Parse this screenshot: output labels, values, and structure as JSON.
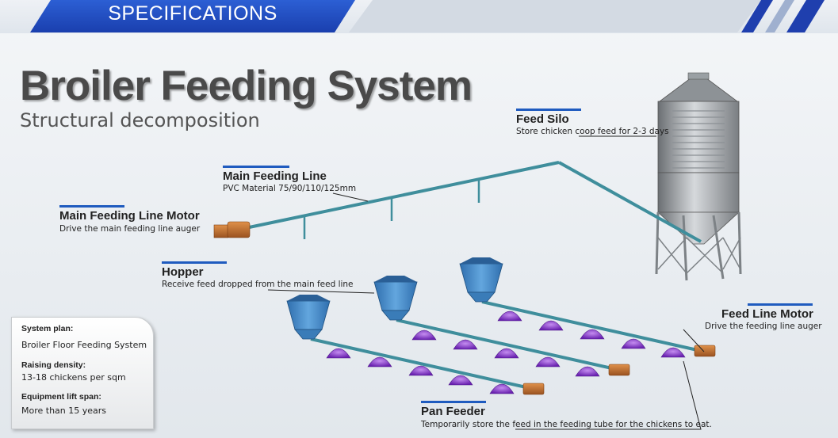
{
  "header": {
    "banner": "SPECIFICATIONS"
  },
  "title": "Broiler Feeding System",
  "subtitle": "Structural decomposition",
  "labels": {
    "feed_silo": {
      "title": "Feed Silo",
      "desc": "Store chicken coop feed for 2-3 days"
    },
    "main_line": {
      "title": "Main Feeding Line",
      "desc": "PVC Material 75/90/110/125mm"
    },
    "main_motor": {
      "title": "Main Feeding Line Motor",
      "desc": "Drive the main feeding line auger"
    },
    "hopper": {
      "title": "Hopper",
      "desc": "Receive feed dropped from the main feed line"
    },
    "line_motor": {
      "title": "Feed Line Motor",
      "desc": "Drive the feeding line auger"
    },
    "pan_feeder": {
      "title": "Pan Feeder",
      "desc": "Temporarily store the feed in the feeding tube for the chickens to eat."
    }
  },
  "system_plan": {
    "plan_label": "System plan:",
    "plan_value": "Broiler Floor Feeding System",
    "density_label": "Raising density:",
    "density_value": "13-18 chickens per sqm",
    "lift_label": "Equipment lift span:",
    "lift_value": "More than 15 years"
  },
  "colors": {
    "banner": "#1a3fae",
    "accent": "#1f5bbf",
    "pipe": "#4a9aa8",
    "hopper": "#3f86c7",
    "pan": "#8a3fd0",
    "motor": "#c8742c"
  }
}
